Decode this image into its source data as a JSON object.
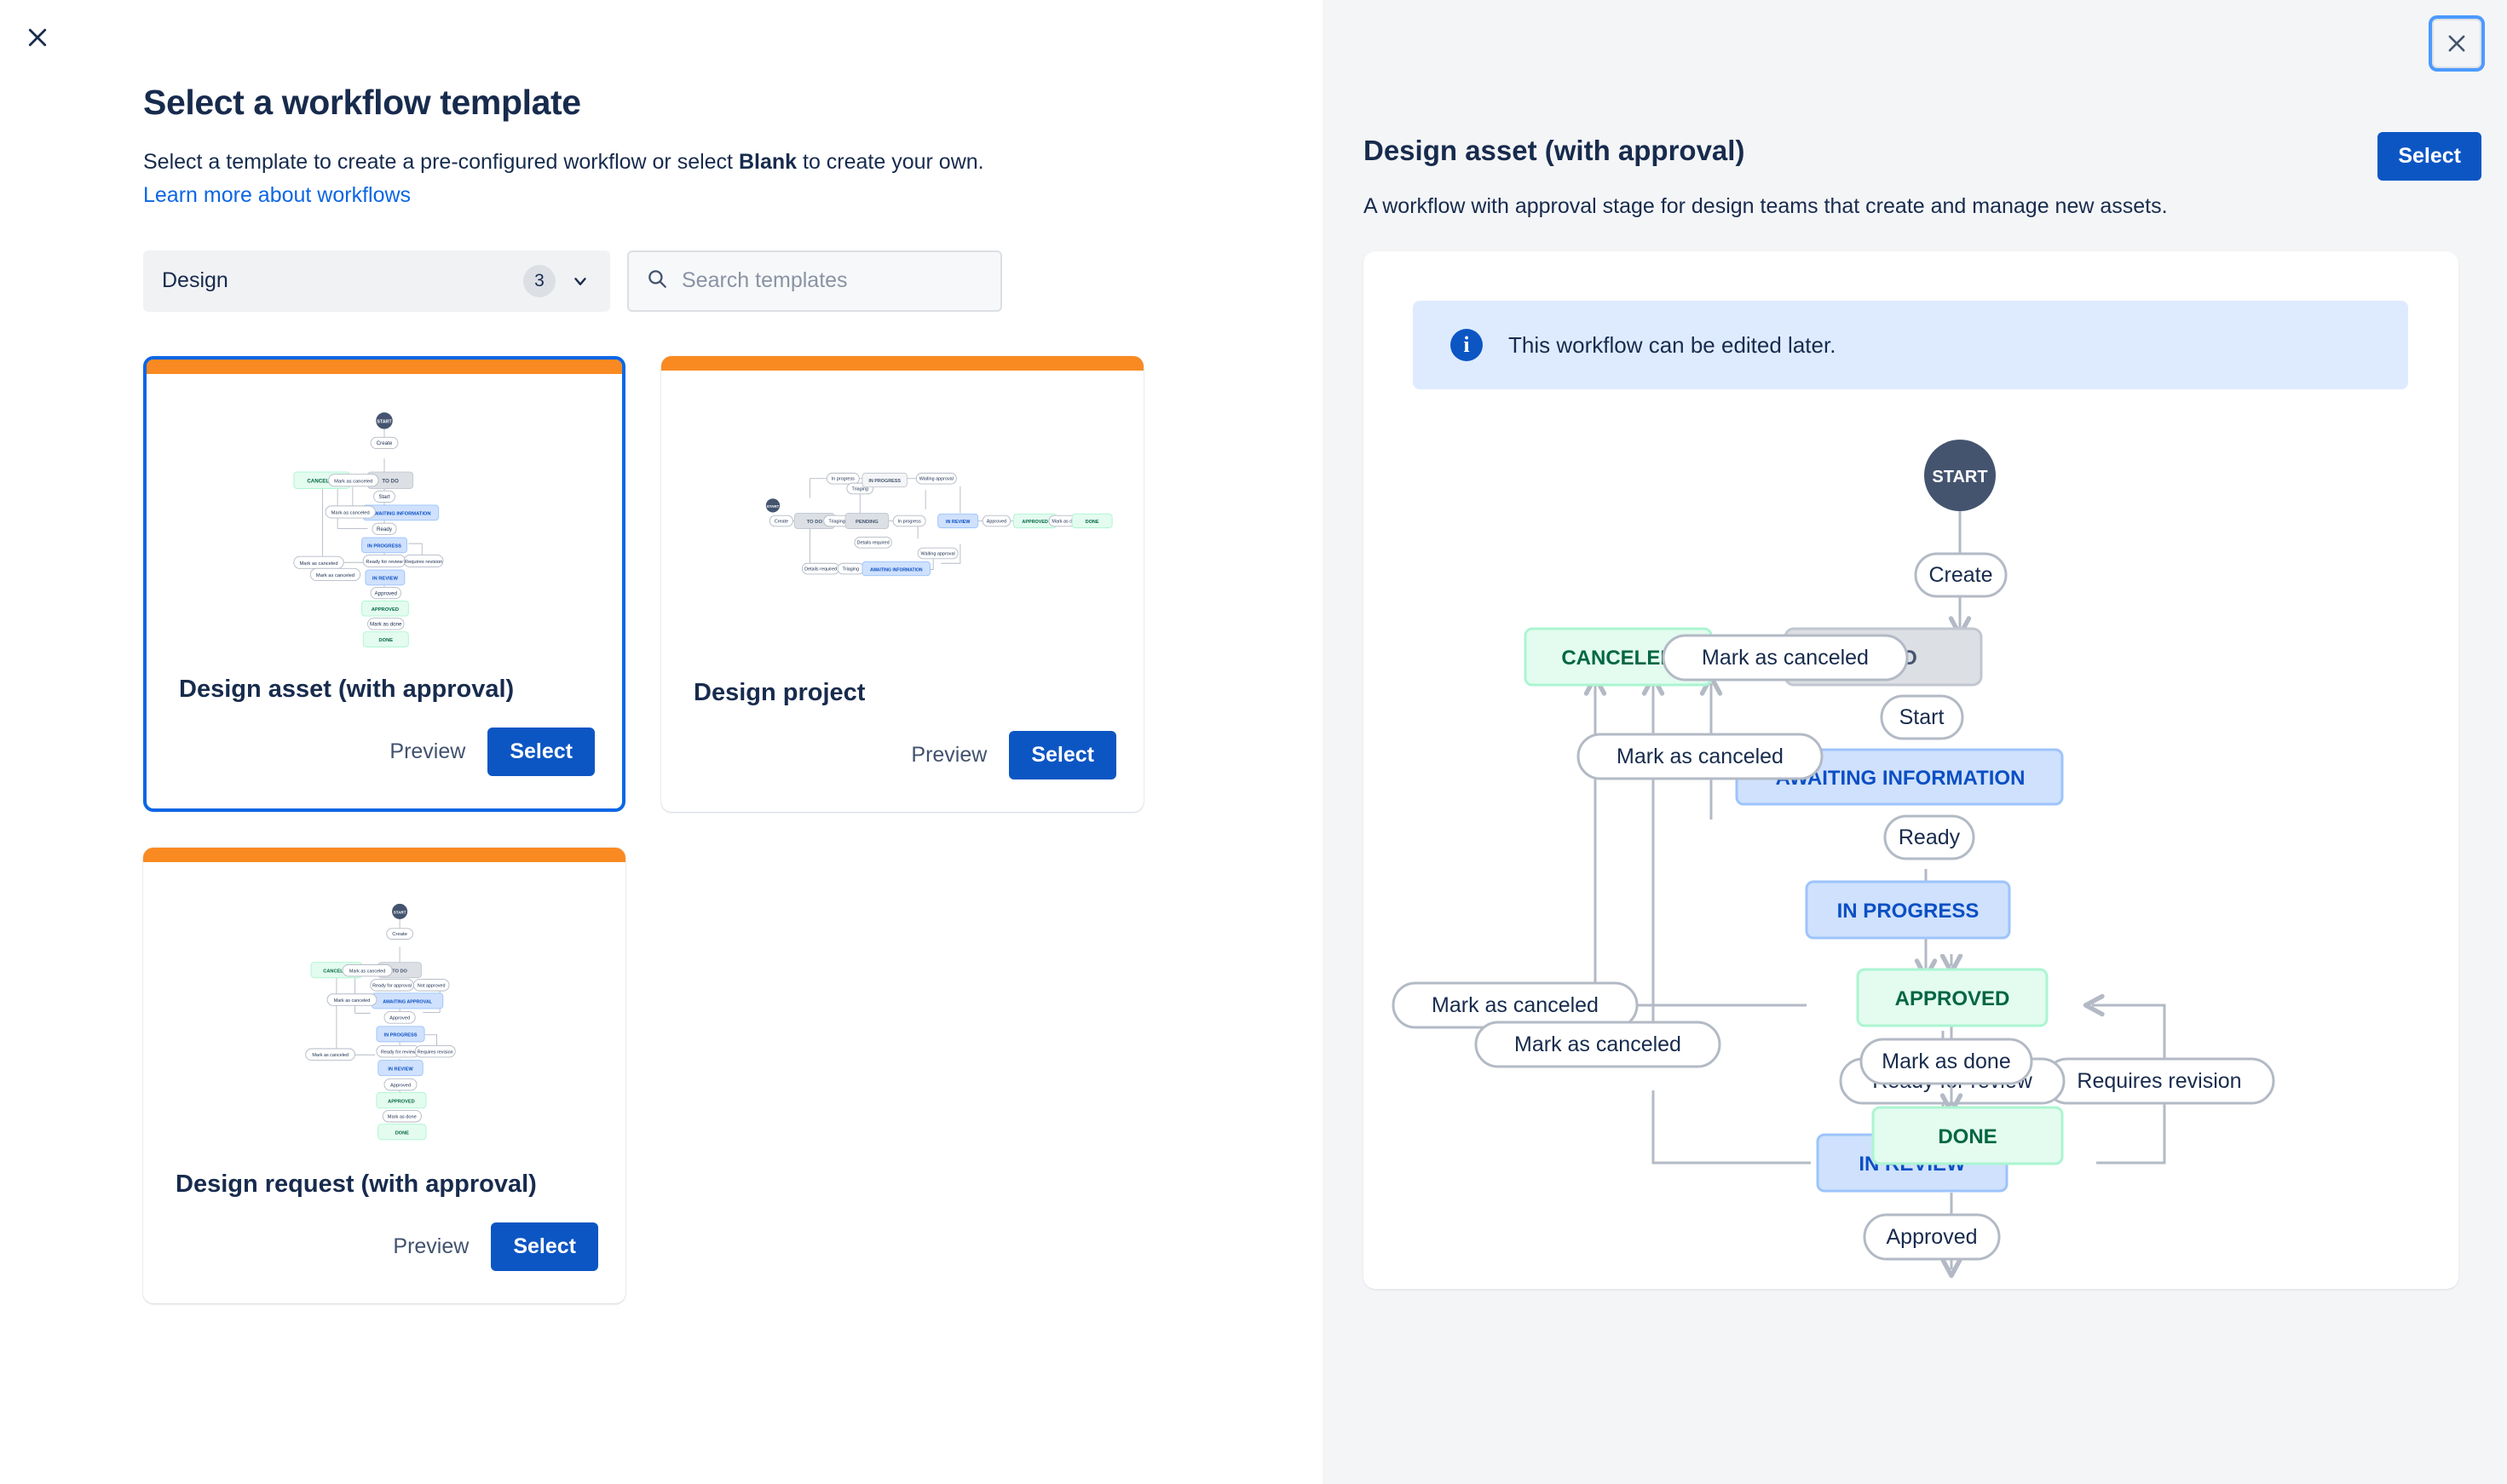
{
  "left": {
    "close_icon": "close-icon",
    "title": "Select a workflow template",
    "subtitle_part1": "Select a template to create a pre-configured workflow or select ",
    "subtitle_bold": "Blank",
    "subtitle_part2": " to create your own.",
    "learn_link": "Learn more about workflows",
    "filter": {
      "label": "Design",
      "count": "3",
      "chevron_icon": "chevron-down-icon"
    },
    "search": {
      "placeholder": "Search templates",
      "value": "",
      "icon": "search-icon"
    },
    "cards": [
      {
        "name": "Design asset (with approval)",
        "preview_label": "Preview",
        "select_label": "Select",
        "selected": true,
        "stripe_color": "#f98a21"
      },
      {
        "name": "Design project",
        "preview_label": "Preview",
        "select_label": "Select",
        "selected": false,
        "stripe_color": "#f98a21"
      },
      {
        "name": "Design request (with approval)",
        "preview_label": "Preview",
        "select_label": "Select",
        "selected": false,
        "stripe_color": "#f98a21"
      }
    ]
  },
  "right": {
    "close_icon": "close-icon",
    "title": "Design asset (with approval)",
    "description": "A workflow with approval stage for design teams that create and manage new assets.",
    "select_label": "Select",
    "info": {
      "icon": "info-icon",
      "text": "This workflow can be edited later."
    },
    "diagram": {
      "start_label": "START",
      "statuses": [
        {
          "id": "todo",
          "label": "TO DO",
          "category": "todo"
        },
        {
          "id": "canceled",
          "label": "CANCELED",
          "category": "done"
        },
        {
          "id": "awaiting",
          "label": "AWAITING INFORMATION",
          "category": "inprogress"
        },
        {
          "id": "inprogress",
          "label": "IN PROGRESS",
          "category": "inprogress"
        },
        {
          "id": "inreview",
          "label": "IN REVIEW",
          "category": "inprogress"
        },
        {
          "id": "approved",
          "label": "APPROVED",
          "category": "done"
        },
        {
          "id": "done",
          "label": "DONE",
          "category": "done"
        }
      ],
      "transitions": [
        {
          "label": "Create",
          "from": "start",
          "to": "todo"
        },
        {
          "label": "Mark as canceled",
          "from": "todo",
          "to": "canceled"
        },
        {
          "label": "Start",
          "from": "todo",
          "to": "awaiting"
        },
        {
          "label": "Mark as canceled",
          "from": "awaiting",
          "to": "canceled"
        },
        {
          "label": "Ready",
          "from": "awaiting",
          "to": "inprogress"
        },
        {
          "label": "Mark as canceled",
          "from": "inprogress",
          "to": "canceled"
        },
        {
          "label": "Mark as canceled",
          "from": "inreview",
          "to": "canceled"
        },
        {
          "label": "Ready for review",
          "from": "inprogress",
          "to": "inreview"
        },
        {
          "label": "Requires revision",
          "from": "inreview",
          "to": "inprogress"
        },
        {
          "label": "Approved",
          "from": "inreview",
          "to": "approved"
        },
        {
          "label": "Mark as done",
          "from": "approved",
          "to": "done"
        }
      ],
      "colors": {
        "start": "#44546f",
        "todo_bg": "#dcdfe4",
        "todo_text": "#44546f",
        "blue_bg": "#cfe1fd",
        "blue_border": "#9dc4fb",
        "blue_text": "#0b4fc4",
        "green_bg": "#e3fcef",
        "green_border": "#abf5d1",
        "green_text": "#006644",
        "edge": "#b3bac5"
      }
    }
  }
}
